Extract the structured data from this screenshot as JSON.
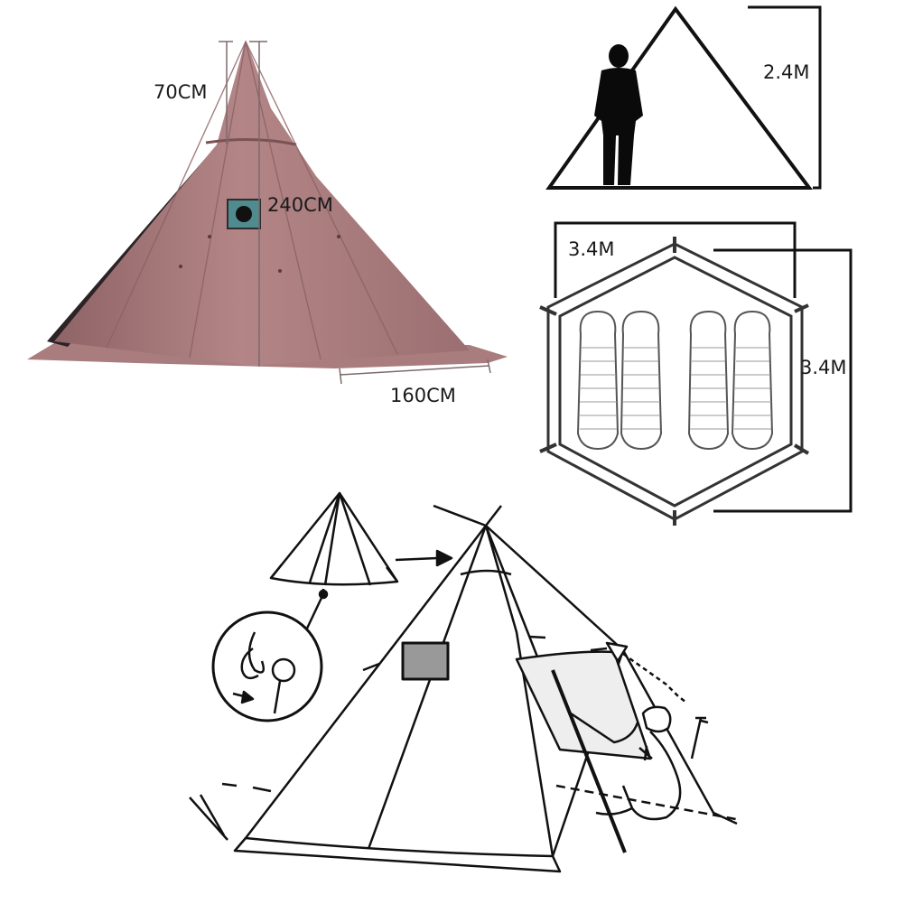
{
  "tent_photo": {
    "tent_color": "#a77a7b",
    "tent_shadow_color": "#8a5f61",
    "labels": {
      "top_height": "70CM",
      "total_height": "240CM",
      "door_width": "160CM"
    }
  },
  "side_view": {
    "height_label": "2.4M"
  },
  "floor_plan": {
    "width_label": "3.4M",
    "depth_label": "3.4M",
    "sleeping_bag_count": 4
  },
  "assembly_illustration": {}
}
